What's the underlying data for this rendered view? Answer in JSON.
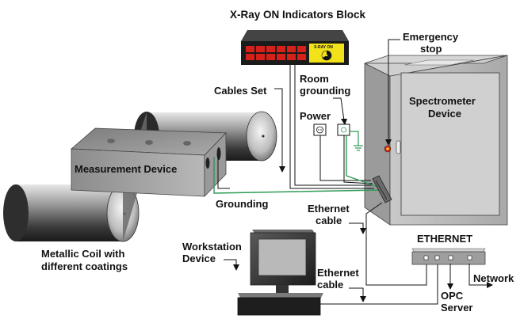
{
  "labels": {
    "xray_block": "X-Ray ON Indicators Block",
    "xray_badge": "X-RAY ON",
    "emergency_line1": "Emergency",
    "emergency_line2": "stop",
    "cables_set": "Cables Set",
    "room_line1": "Room",
    "room_line2": "grounding",
    "power": "Power",
    "spectrometer_line1": "Spectrometer",
    "spectrometer_line2": "Device",
    "measurement_device": "Measurement Device",
    "grounding": "Grounding",
    "ethernet_cable1_line1": "Ethernet",
    "ethernet_cable1_line2": "cable",
    "ethernet_hub": "ETHERNET",
    "workstation_line1": "Workstation",
    "workstation_line2": "Device",
    "ethernet_cable2_line1": "Ethernet",
    "ethernet_cable2_line2": "cable",
    "network": "Network",
    "opc_line1": "OPC",
    "opc_line2": "Server",
    "coil_line1": "Metallic Coil with",
    "coil_line2": "different coatings"
  },
  "colors": {
    "grounding_wire": "#2e9a55",
    "indicator_red": "#d8201a",
    "badge_yellow": "#f2e21a",
    "device_grey": "#b9b9b9"
  }
}
